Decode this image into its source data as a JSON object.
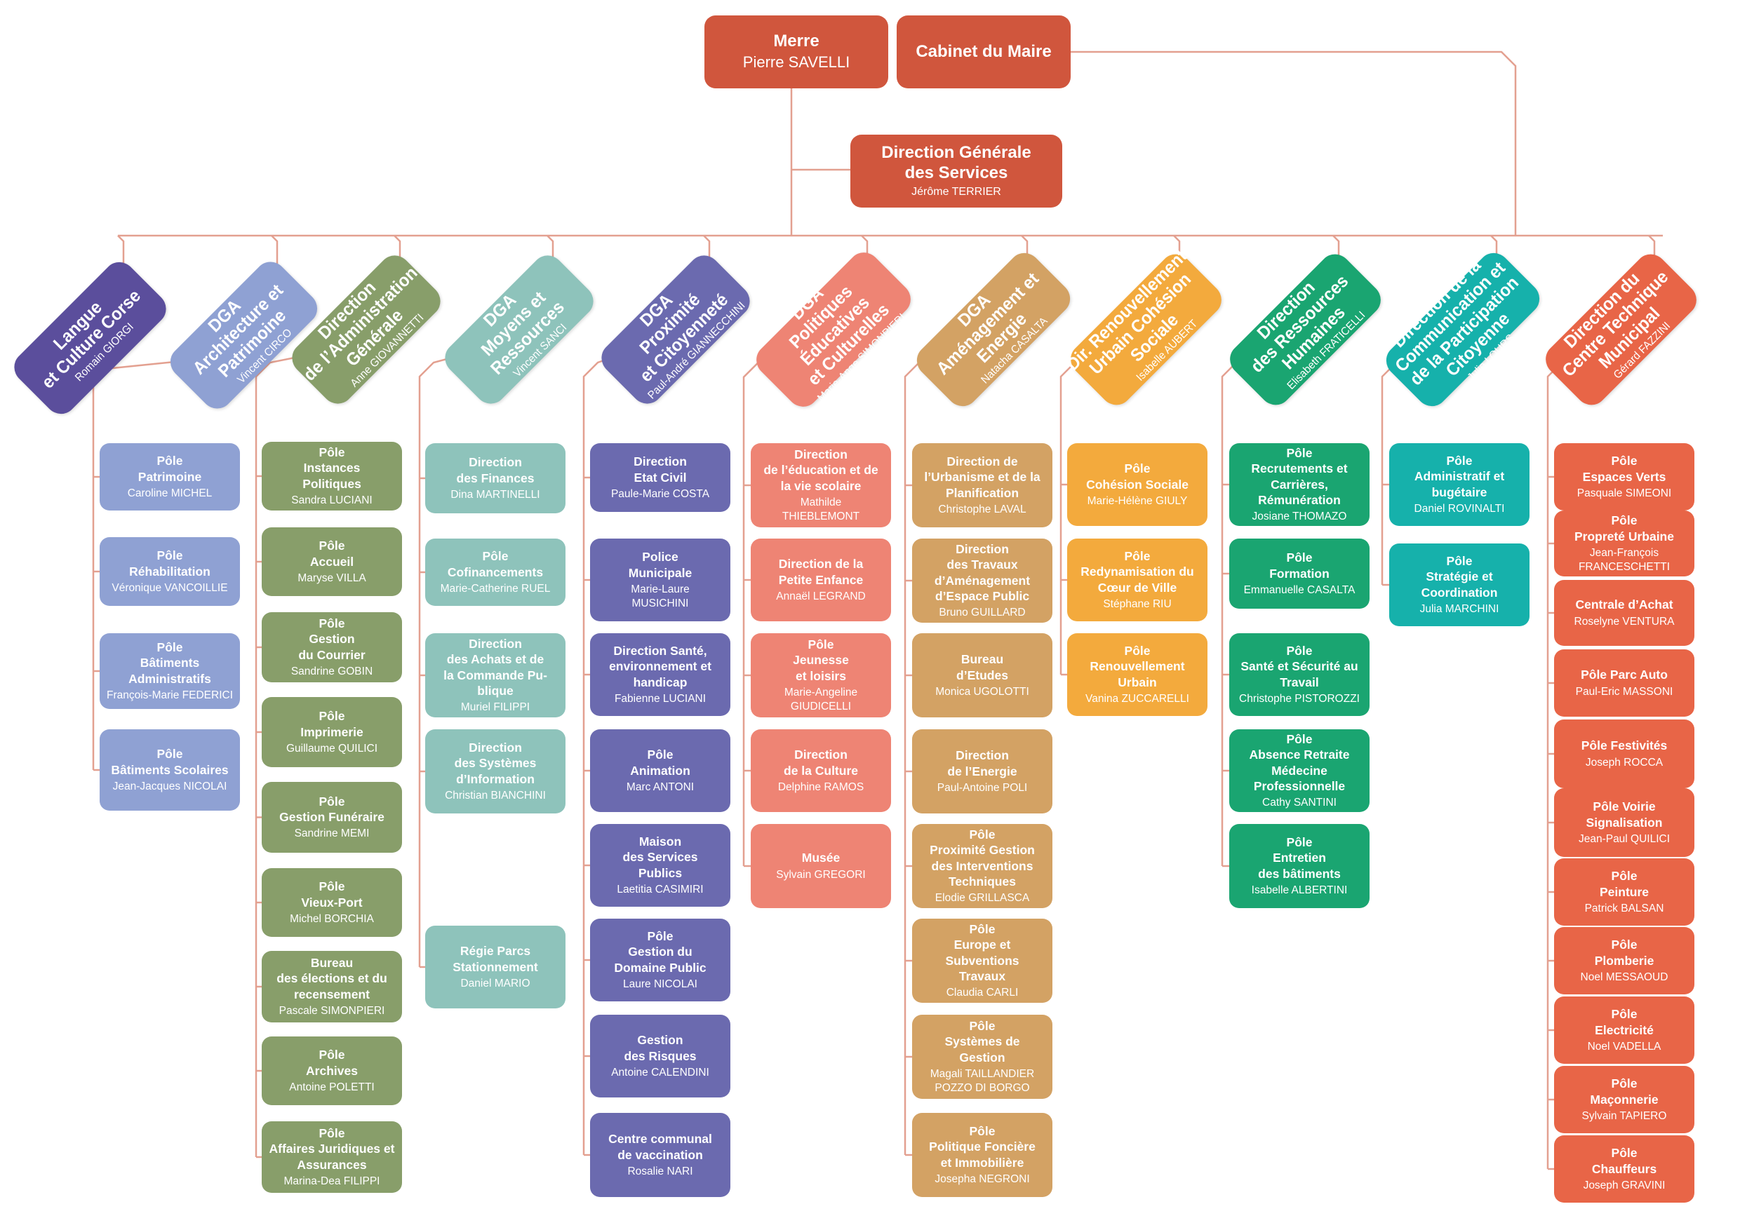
{
  "top": {
    "mayor": {
      "title": "Merre",
      "person": "Pierre SAVELLI"
    },
    "cabinet": {
      "title": "Cabinet du Maire"
    },
    "dgs": {
      "title": "Direction Générale\ndes Services",
      "person": "Jérôme TERRIER"
    }
  },
  "colors": {
    "top": "#d0563d",
    "line": "#e3a090",
    "c0": "#5b4e9c",
    "c1": "#8fa1d3",
    "c2": "#889e6a",
    "c3": "#8ec3bb",
    "c4": "#6b6aaf",
    "c5": "#ee8474",
    "c6": "#d3a264",
    "c7": "#f3aa3d",
    "c8": "#1aa571",
    "c9": "#16b1ab",
    "c10": "#e86547"
  },
  "columns": [
    {
      "head": {
        "title": "Langue\net Culture Corse",
        "person": "Romain GIORGI"
      },
      "items": []
    },
    {
      "head": {
        "title": "DGA\nArchitecture et\nPatrimoine",
        "person": "Vincent CIRCO"
      },
      "items": [
        {
          "title": "Pôle\nPatrimoine",
          "person": "Caroline MICHEL"
        },
        {
          "title": "Pôle\nRéhabilitation",
          "person": "Véronique VANCOILLIE"
        },
        {
          "title": "Pôle\nBâtiments\nAdministratifs",
          "person": "François-Marie FEDERICI"
        },
        {
          "title": "Pôle\nBâtiments Scolaires",
          "person": "Jean-Jacques NICOLAI"
        }
      ]
    },
    {
      "head": {
        "title": "Direction\nde l’Administration\nGénérale",
        "person": "Anne GIOVANNETTI"
      },
      "items": [
        {
          "title": "Pôle\nInstances\nPolitiques",
          "person": "Sandra LUCIANI"
        },
        {
          "title": "Pôle\nAccueil",
          "person": "Maryse VILLA"
        },
        {
          "title": "Pôle\nGestion\ndu Courrier",
          "person": "Sandrine GOBIN"
        },
        {
          "title": "Pôle\nImprimerie",
          "person": "Guillaume QUILICI"
        },
        {
          "title": "Pôle\nGestion Funéraire",
          "person": "Sandrine MEMI"
        },
        {
          "title": "Pôle\nVieux-Port",
          "person": "Michel BORCHIA"
        },
        {
          "title": "Bureau\ndes élections et du\nrecensement",
          "person": "Pascale SIMONPIERI"
        },
        {
          "title": "Pôle\nArchives",
          "person": "Antoine POLETTI"
        },
        {
          "title": "Pôle\nAffaires Juridiques et\nAssurances",
          "person": "Marina-Dea FILIPPI"
        }
      ]
    },
    {
      "head": {
        "title": "DGA\nMoyens et\nRessources",
        "person": "Vincent SANCI"
      },
      "items": [
        {
          "title": "Direction\ndes Finances",
          "person": "Dina MARTINELLI"
        },
        {
          "title": "Pôle\nCofinancements",
          "person": "Marie-Catherine RUEL"
        },
        {
          "title": "Direction\ndes Achats et de\nla Commande Pu-\nblique",
          "person": "Muriel FILIPPI"
        },
        {
          "title": "Direction\ndes Systèmes\nd’Information",
          "person": "Christian BIANCHINI"
        },
        {
          "title": "Régie Parcs\nStationnement",
          "person": "Daniel MARIO"
        }
      ]
    },
    {
      "head": {
        "title": "DGA\nProximité\net Citoyenneté",
        "person": "Paul-André GIANNECCHINI"
      },
      "items": [
        {
          "title": "Direction\nEtat Civil",
          "person": "Paule-Marie COSTA"
        },
        {
          "title": "Police\nMunicipale",
          "person": "Marie-Laure\nMUSICHINI"
        },
        {
          "title": "Direction Santé,\nenvironnement et\nhandicap",
          "person": "Fabienne LUCIANI"
        },
        {
          "title": "Pôle\nAnimation",
          "person": "Marc ANTONI"
        },
        {
          "title": "Maison\ndes Services\nPublics",
          "person": "Laetitia CASIMIRI"
        },
        {
          "title": "Pôle\nGestion du\nDomaine Public",
          "person": "Laure NICOLAI"
        },
        {
          "title": "Gestion\ndes Risques",
          "person": "Antoine CALENDINI"
        },
        {
          "title": "Centre communal\nde vaccination",
          "person": "Rosalie NARI"
        }
      ]
    },
    {
      "head": {
        "title": "DGA\nPolitiques Éducatives\net Culturelles",
        "person": "Marie-Ange SIMONPIERI"
      },
      "items": [
        {
          "title": "Direction\nde l’éducation et de\nla vie scolaire",
          "person": "Mathilde\nTHIEBLEMONT"
        },
        {
          "title": "Direction de la\nPetite Enfance",
          "person": "Annaël LEGRAND"
        },
        {
          "title": "Pôle\nJeunesse\net loisirs",
          "person": "Marie-Angeline\nGIUDICELLI"
        },
        {
          "title": "Direction\nde la Culture",
          "person": "Delphine RAMOS"
        },
        {
          "title": "Musée",
          "person": "Sylvain GREGORI"
        }
      ]
    },
    {
      "head": {
        "title": "DGA\nAménagement et\nEnergie",
        "person": "Natacha CASALTA"
      },
      "items": [
        {
          "title": "Direction de\nl’Urbanisme et de la\nPlanification",
          "person": "Christophe LAVAL"
        },
        {
          "title": "Direction\ndes Travaux\nd’Aménagement\nd’Espace Public",
          "person": "Bruno GUILLARD"
        },
        {
          "title": "Bureau\nd’Etudes",
          "person": "Monica UGOLOTTI"
        },
        {
          "title": "Direction\nde l’Energie",
          "person": "Paul-Antoine POLI"
        },
        {
          "title": "Pôle\nProximité Gestion\ndes Interventions\nTechniques",
          "person": "Elodie GRILLASCA"
        },
        {
          "title": "Pôle\nEurope et\nSubventions\nTravaux",
          "person": "Claudia CARLI"
        },
        {
          "title": "Pôle\nSystèmes de\nGestion",
          "person": "Magali TAILLANDIER\nPOZZO DI BORGO"
        },
        {
          "title": "Pôle\nPolitique Foncière\net Immobilière",
          "person": "Josepha NEGRONI"
        }
      ]
    },
    {
      "head": {
        "title": "Dir. Renouvellement\nUrbain Cohésion\nSociale",
        "person": "Isabelle AUBERT"
      },
      "items": [
        {
          "title": "Pôle\nCohésion Sociale",
          "person": "Marie-Hélène GIULY"
        },
        {
          "title": "Pôle\nRedynamisation du\nCœur de Ville",
          "person": "Stéphane RIU"
        },
        {
          "title": "Pôle\nRenouvellement\nUrbain",
          "person": "Vanina ZUCCARELLI"
        }
      ]
    },
    {
      "head": {
        "title": "Direction\ndes Ressources\nHumaines",
        "person": "Elisabeth FRATICELLI"
      },
      "items": [
        {
          "title": "Pôle\nRecrutements et\nCarrières,\nRémunération",
          "person": "Josiane THOMAZO"
        },
        {
          "title": "Pôle\nFormation",
          "person": "Emmanuelle CASALTA"
        },
        {
          "title": "Pôle\nSanté et Sécurité au\nTravail",
          "person": "Christophe PISTOROZZI"
        },
        {
          "title": "Pôle\nAbsence Retraite\nMédecine\nProfessionnelle",
          "person": "Cathy SANTINI"
        },
        {
          "title": "Pôle\nEntretien\ndes bâtiments",
          "person": "Isabelle ALBERTINI"
        }
      ]
    },
    {
      "head": {
        "title": "Direction de la\nCommunication et\nde la Participation\nCitoyenne",
        "person": "Julie LOURS"
      },
      "items": [
        {
          "title": "Pôle\nAdministratif et\nbugétaire",
          "person": "Daniel ROVINALTI"
        },
        {
          "title": "Pôle\nStratégie et\nCoordination",
          "person": "Julia MARCHINI"
        }
      ]
    },
    {
      "head": {
        "title": "Direction du\nCentre Technique\nMunicipal",
        "person": "Gérard FAZZINI"
      },
      "items": [
        {
          "title": "Pôle\nEspaces Verts",
          "person": "Pasquale SIMEONI"
        },
        {
          "title": "Pôle\nPropreté Urbaine",
          "person": "Jean-François\nFRANCESCHETTI"
        },
        {
          "title": "Centrale d’Achat",
          "person": "Roselyne VENTURA"
        },
        {
          "title": "Pôle Parc Auto",
          "person": "Paul-Eric MASSONI"
        },
        {
          "title": "Pôle Festivités",
          "person": "Joseph ROCCA"
        },
        {
          "title": "Pôle Voirie\nSignalisation",
          "person": "Jean-Paul QUILICI"
        },
        {
          "title": "Pôle\nPeinture",
          "person": "Patrick BALSAN"
        },
        {
          "title": "Pôle\nPlomberie",
          "person": "Noel MESSAOUD"
        },
        {
          "title": "Pôle\nElectricité",
          "person": "Noel VADELLA"
        },
        {
          "title": "Pôle\nMaçonnerie",
          "person": "Sylvain TAPIERO"
        },
        {
          "title": "Pôle\nChauffeurs",
          "person": "Joseph GRAVINI"
        }
      ]
    }
  ]
}
